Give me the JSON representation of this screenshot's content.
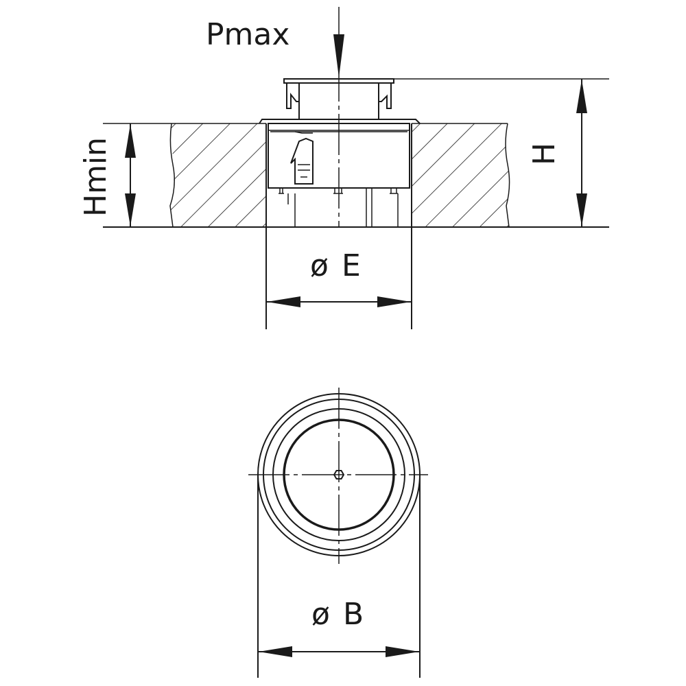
{
  "drawing": {
    "labels": {
      "pmax": "Pmax",
      "hmin": "Hmin",
      "h": "H",
      "e": "E",
      "b": "B"
    },
    "diameter_symbol": "ø",
    "line_color": "#1a1a1a",
    "background": "#ffffff"
  }
}
